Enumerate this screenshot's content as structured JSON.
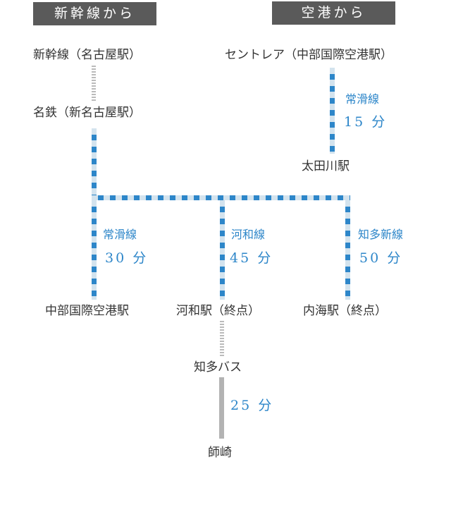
{
  "headers": {
    "shinkansen": "新幹線から",
    "airport": "空港から"
  },
  "stations": {
    "shinkansen_nagoya": "新幹線（名古屋駅）",
    "meitetsu_shin_nagoya": "名鉄（新名古屋駅）",
    "centrair": "セントレア（中部国際空港駅）",
    "otagawa": "太田川駅",
    "chubu_airport": "中部国際空港駅",
    "kowa": "河和駅（終点）",
    "utsumi": "内海駅（終点）",
    "chita_bus": "知多バス",
    "morozaki": "師崎"
  },
  "routes": {
    "airport_tokoname": {
      "line": "常滑線",
      "duration": "15 分"
    },
    "tokoname": {
      "line": "常滑線",
      "duration": "30 分"
    },
    "kowa": {
      "line": "河和線",
      "duration": "45 分"
    },
    "chita_shin": {
      "line": "知多新線",
      "duration": "50 分"
    },
    "bus": {
      "duration": "25 分"
    }
  },
  "colors": {
    "header_bg": "#5a5a5a",
    "line_blue": "#2d86c9",
    "line_blue_light": "#d3e3ee",
    "transfer_gray": "#bbbbbb",
    "bus_gray": "#b3b3b3",
    "text": "#333333"
  }
}
